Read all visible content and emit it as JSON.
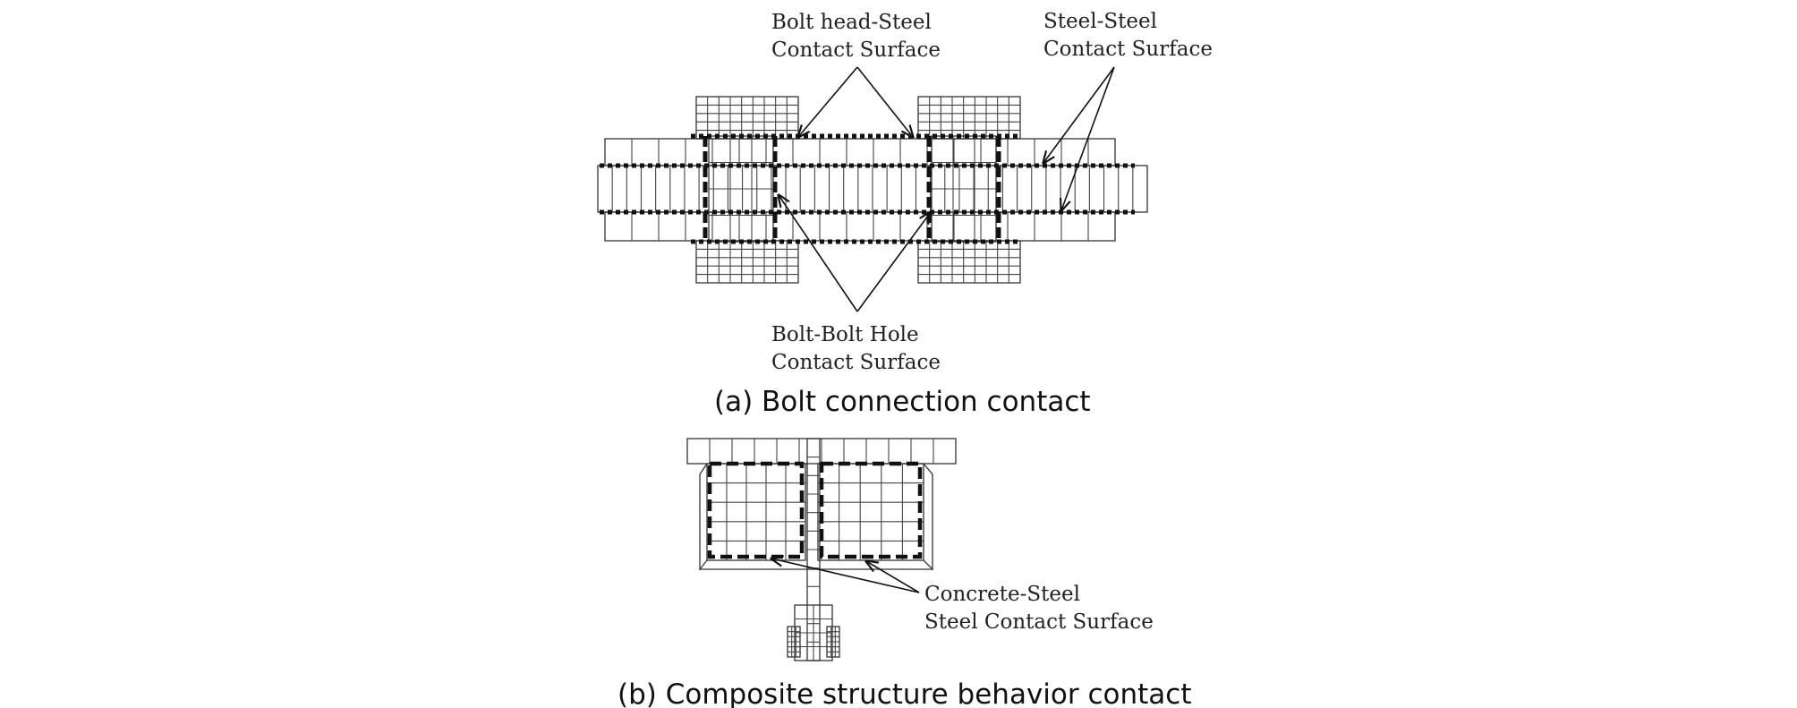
{
  "panel_a": {
    "labels": {
      "bolt_head_steel": [
        "Bolt head-Steel",
        "Contact Surface"
      ],
      "steel_steel": [
        "Steel-Steel",
        "Contact Surface"
      ],
      "bolt_hole": [
        "Bolt-Bolt Hole",
        "Contact Surface"
      ]
    },
    "caption": "(a) Bolt connection contact"
  },
  "panel_b": {
    "labels": {
      "concrete_steel": [
        "Concrete-Steel",
        "Steel Contact Surface"
      ]
    },
    "caption": "(b) Composite structure behavior contact"
  },
  "colors": {
    "line": "#333333",
    "contact_dash": "#111111",
    "background": "#ffffff"
  }
}
